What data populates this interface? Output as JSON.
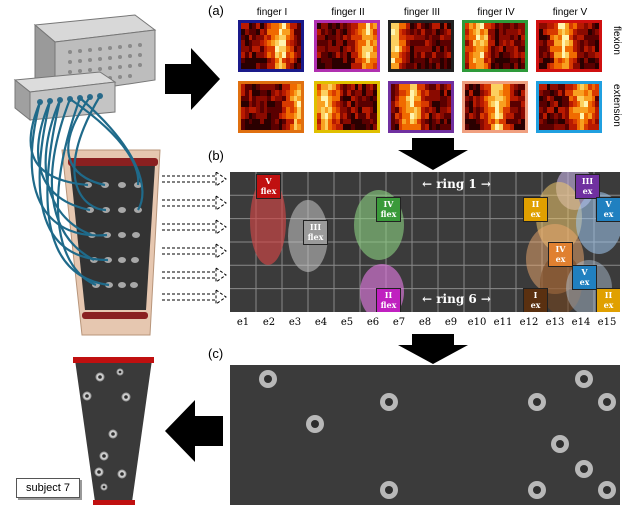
{
  "panel_labels": {
    "a": "(a)",
    "b": "(b)",
    "c": "(c)"
  },
  "fingers": [
    "finger I",
    "finger II",
    "finger III",
    "finger IV",
    "finger V"
  ],
  "side_labels": {
    "flexion": "flexion",
    "extension": "extension"
  },
  "heatmap_borders": {
    "flexion": [
      "#1a1a8a",
      "#b030b0",
      "#222222",
      "#2e9a3a",
      "#d01010"
    ],
    "extension": [
      "#e07010",
      "#e0c000",
      "#7030a0",
      "#f0a080",
      "#20a0e0"
    ]
  },
  "ring_labels": {
    "top": "← ring 1 →",
    "bottom": "← ring 6 →"
  },
  "electrode_columns": [
    "e1",
    "e2",
    "e3",
    "e4",
    "e5",
    "e6",
    "e7",
    "e8",
    "e9",
    "e10",
    "e11",
    "e12",
    "e13",
    "e14",
    "e15"
  ],
  "tags": [
    {
      "id": "v-flex",
      "line1": "V",
      "line2": "flex",
      "color": "#c01010"
    },
    {
      "id": "iii-flex",
      "line1": "III",
      "line2": "flex",
      "color": "#9a9a9a"
    },
    {
      "id": "iv-flex",
      "line1": "IV",
      "line2": "flex",
      "color": "#3a9a3a"
    },
    {
      "id": "ii-flex",
      "line1": "II",
      "line2": "flex",
      "color": "#c020c0"
    },
    {
      "id": "iii-ex",
      "line1": "III",
      "line2": "ex",
      "color": "#7030a0"
    },
    {
      "id": "ii-ex-top",
      "line1": "II",
      "line2": "ex",
      "color": "#e0a000"
    },
    {
      "id": "v-ex-top",
      "line1": "V",
      "line2": "ex",
      "color": "#2080c0"
    },
    {
      "id": "iv-ex",
      "line1": "IV",
      "line2": "ex",
      "color": "#e08030"
    },
    {
      "id": "v-ex-bottom",
      "line1": "V",
      "line2": "ex",
      "color": "#2080c0"
    },
    {
      "id": "i-ex",
      "line1": "I",
      "line2": "ex",
      "color": "#5a3010"
    },
    {
      "id": "ii-ex-bottom",
      "line1": "II",
      "line2": "ex",
      "color": "#e0a000"
    }
  ],
  "subject_label": "subject 7",
  "colors": {
    "grid_bg": "#3b3b3b",
    "grid_line": "#8a8a8a",
    "arrow": "#000000",
    "cuff_red": "#c01010"
  }
}
